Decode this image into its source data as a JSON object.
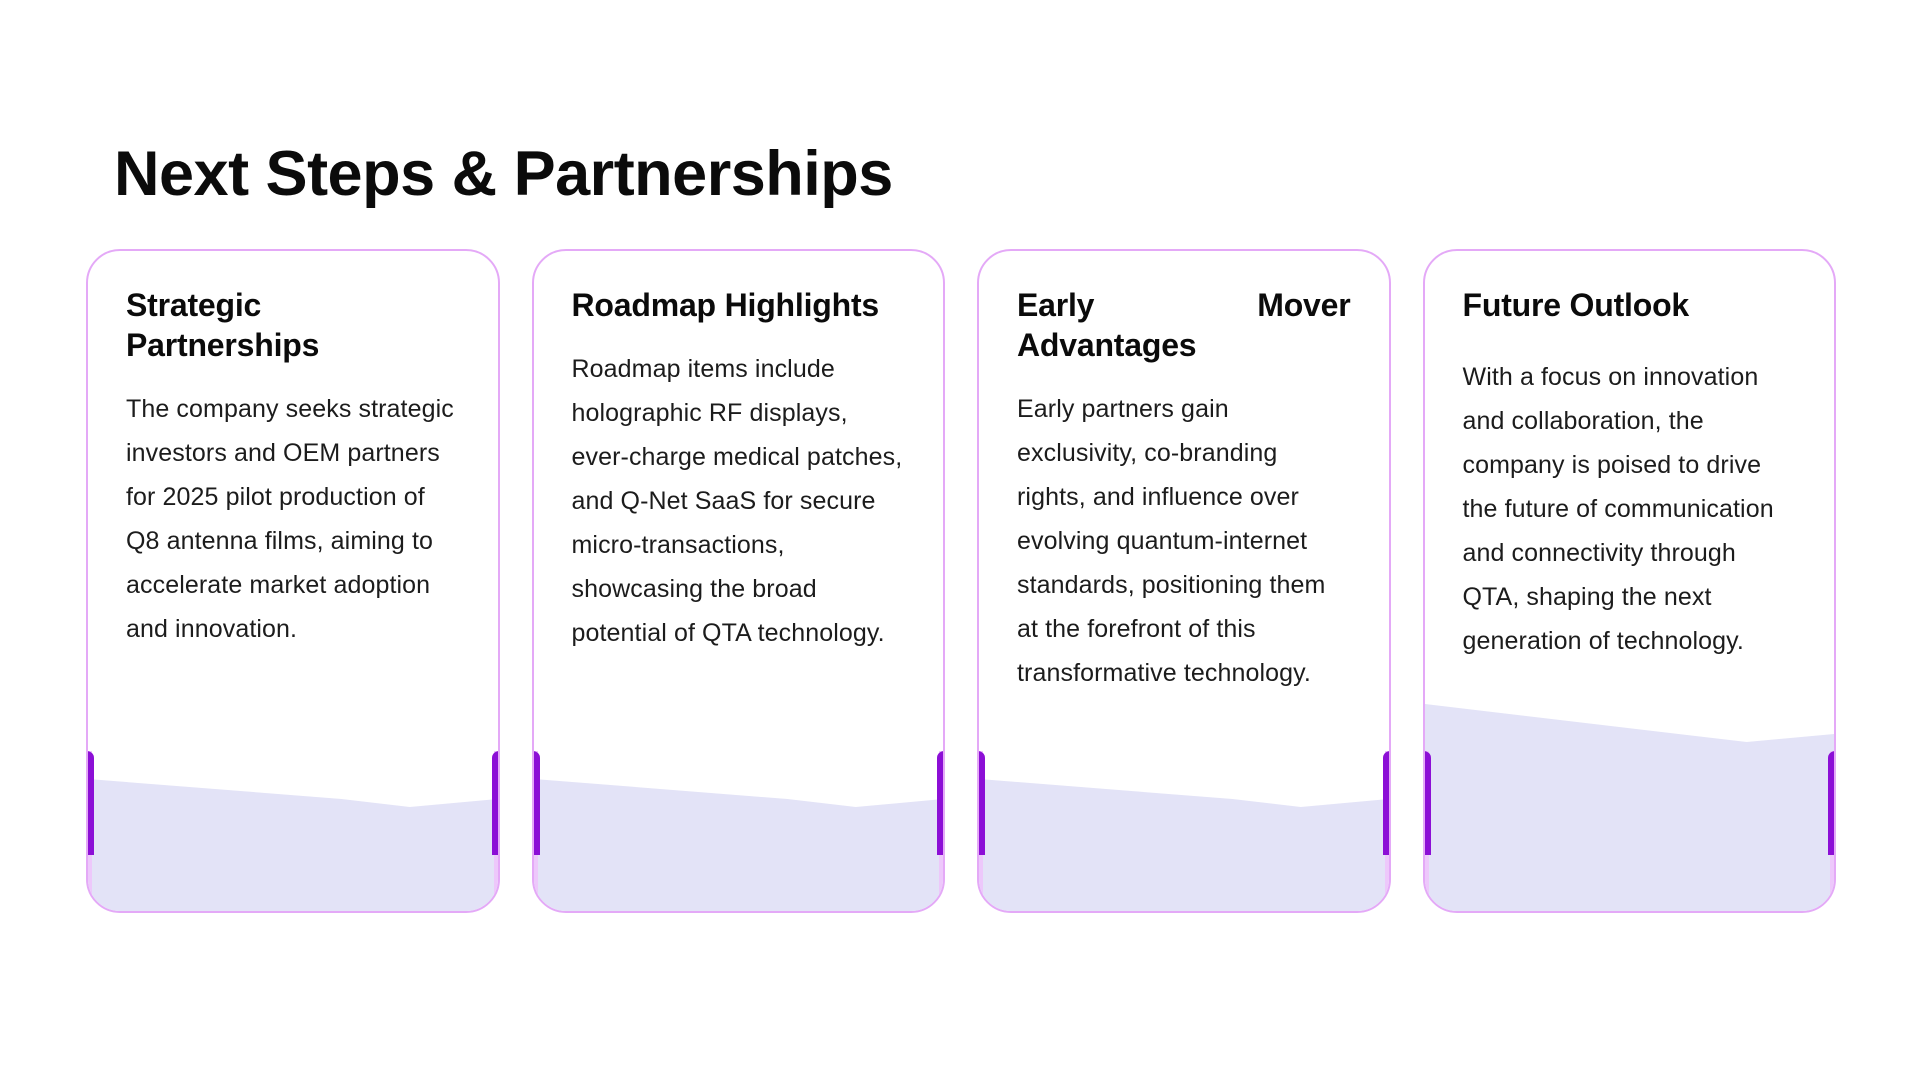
{
  "slide": {
    "title": "Next Steps & Partnerships",
    "background_color": "#ffffff",
    "accent_purple": "#8c0fd6",
    "border_purple": "#e4a9f7",
    "wave_fill": "#e3e3f7",
    "title_color": "#0b0b0b",
    "body_color": "#1c1c1c"
  },
  "cards": [
    {
      "title": "Strategic Partnerships",
      "title_align": "left",
      "body": "The company seeks strategic investors and OEM partners for 2025 pilot production of Q8 antenna films, aiming to accelerate market adoption and innovation."
    },
    {
      "title": "Roadmap Highlights",
      "title_align": "left",
      "body": "Roadmap items include holographic RF displays, ever-charge medical patches, and Q-Net SaaS for secure micro-transactions, showcasing the broad potential of QTA technology."
    },
    {
      "title_line1": "Early Mover",
      "title_line2": "Advantages",
      "title": "Early Mover Advantages",
      "title_align": "justify",
      "body": "Early partners gain exclusivity, co-branding rights, and influence over evolving quantum-internet standards, positioning them at the forefront of this transformative technology."
    },
    {
      "title": "Future Outlook",
      "title_align": "left",
      "body": "With a focus on innovation and collaboration, the company is poised to drive the future of communication and connectivity through QTA, shaping the next generation of technology."
    }
  ]
}
